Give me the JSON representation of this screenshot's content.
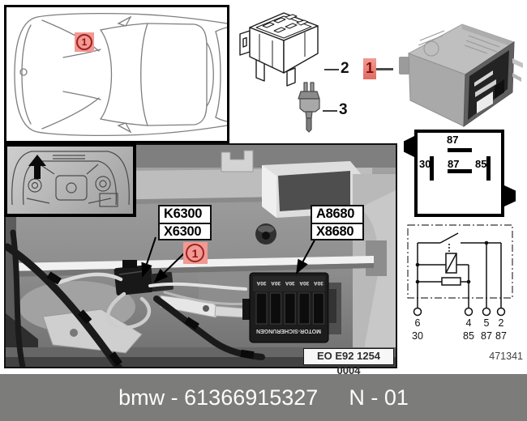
{
  "footer": {
    "catalog_line": "bmw - 61366915327",
    "page_code": "N - 01"
  },
  "drawing_number": "471341",
  "location_panel": {
    "badge": "1"
  },
  "callouts": {
    "socket": "2",
    "terminal": "3",
    "relay": "1"
  },
  "pin_diagram": {
    "top_pin": "87",
    "left_pin": "30",
    "center_pin": "87",
    "right_pin": "85"
  },
  "schematic": {
    "terminals": [
      {
        "pin": "6",
        "name": "30"
      },
      {
        "pin": "4",
        "name": "85"
      },
      {
        "pin": "5",
        "name": "87"
      },
      {
        "pin": "2",
        "name": "87"
      }
    ]
  },
  "photo": {
    "badge": "1",
    "relay_label": {
      "line1": "K6300",
      "line2": "X6300"
    },
    "fusebox_label": {
      "line1": "A8680",
      "line2": "X8680"
    },
    "stamp": "EO E92 1254 0004",
    "fusebox_text": "MOTOR-SICHERUNGEN",
    "fuse_rating": "30A"
  },
  "colors": {
    "marker_bg": "#f09a93",
    "marker_text": "#8c1010",
    "footer_bar": "#7c7c7a"
  }
}
